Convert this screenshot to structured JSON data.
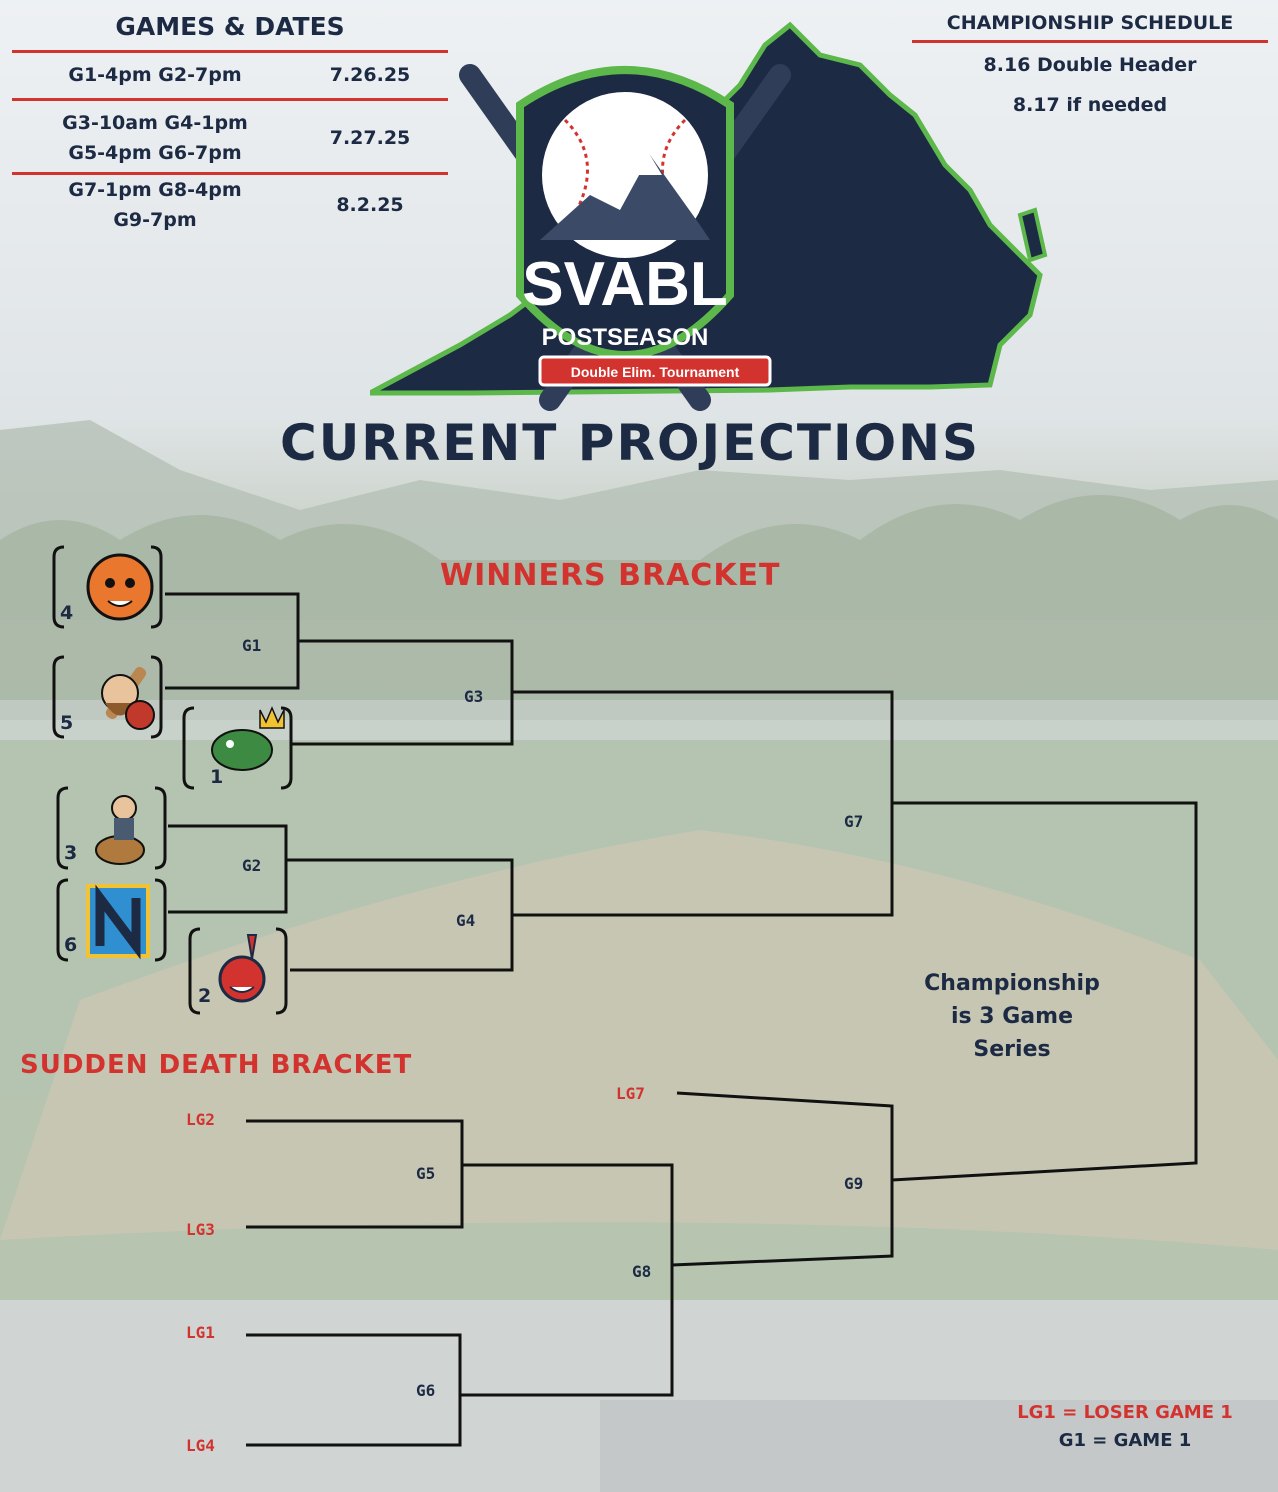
{
  "schedule": {
    "title": "GAMES & DATES",
    "rows": [
      {
        "games": "G1-4pm  G2-7pm",
        "date": "7.26.25"
      },
      {
        "games": "G3-10am  G4-1pm",
        "games2": "G5-4pm  G6-7pm",
        "date": "7.27.25"
      },
      {
        "games": "G7-1pm  G8-4pm",
        "games2": "G9-7pm",
        "date": "8.2.25"
      }
    ]
  },
  "championship_schedule": {
    "title": "CHAMPIONSHIP SCHEDULE",
    "line1": "8.16 Double Header",
    "line2": "8.17 if needed"
  },
  "logo": {
    "name": "SVABL",
    "sub": "POSTSEASON",
    "banner": "Double Elim. Tournament"
  },
  "title": "CURRENT PROJECTIONS",
  "winners": {
    "heading": "WINNERS BRACKET",
    "seeds": [
      "4",
      "5",
      "1",
      "3",
      "6",
      "2"
    ],
    "games": [
      "G1",
      "G3",
      "G2",
      "G4",
      "G7"
    ]
  },
  "sudden_death": {
    "heading": "SUDDEN DEATH BRACKET",
    "losers": [
      "LG2",
      "LG3",
      "LG1",
      "LG4",
      "LG7"
    ],
    "games": [
      "G5",
      "G6",
      "G8",
      "G9"
    ]
  },
  "championship_note": "Championship is 3 Game Series",
  "legend": {
    "line1": "LG1 = LOSER GAME 1",
    "line2": "G1 = GAME 1"
  },
  "colors": {
    "navy": "#1c2a44",
    "red": "#d3332f",
    "green_glow": "#5cb84a"
  }
}
